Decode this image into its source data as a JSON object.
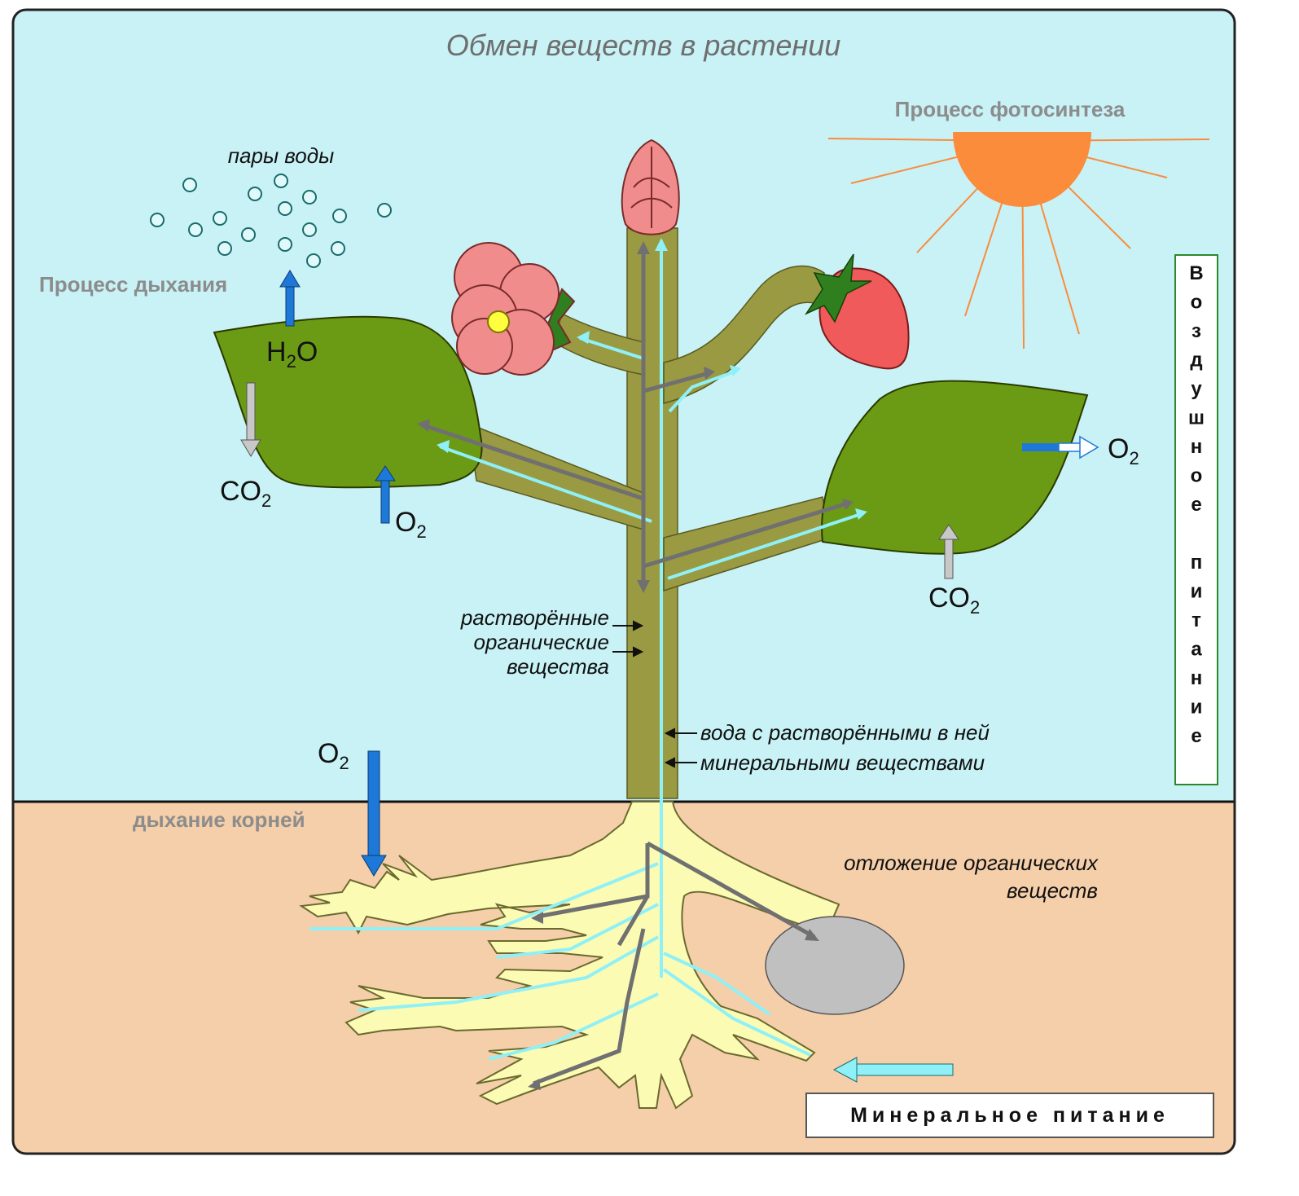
{
  "title": "Обмен веществ в растении",
  "labels": {
    "photosynthesis": "Процесс фотосинтеза",
    "respiration": "Процесс дыхания",
    "water_vapor": "пары воды",
    "root_respiration": "дыхание корней",
    "organic_line1": "растворённые",
    "organic_line2": "органические",
    "organic_line3": "вещества",
    "water_line1": "вода с растворёнными в ней",
    "water_line2": "минеральными веществами",
    "storage_line1": "отложение органических",
    "storage_line2": "веществ",
    "air_nutrition": "Воздушное питание",
    "mineral_nutrition": "Минеральное питание"
  },
  "chemicals": {
    "h2o": {
      "base": "H",
      "sub": "2",
      "tail": "O"
    },
    "co2": {
      "base": "CO",
      "sub": "2"
    },
    "o2": {
      "base": "O",
      "sub": "2"
    }
  },
  "colors": {
    "sky": "#c8f2f6",
    "soil": "#f5cfaa",
    "stem": "#9a9a42",
    "leaf": "#6b9b14",
    "root": "#fbfbb4",
    "xylem": "#8ff0f8",
    "phloem": "#707070",
    "sun": "#fa8c3c",
    "o2_arrow": "#1e78d8",
    "flower": "#f08c8c",
    "strawberry": "#f05a5a",
    "tuber": "#c0c0c0"
  }
}
